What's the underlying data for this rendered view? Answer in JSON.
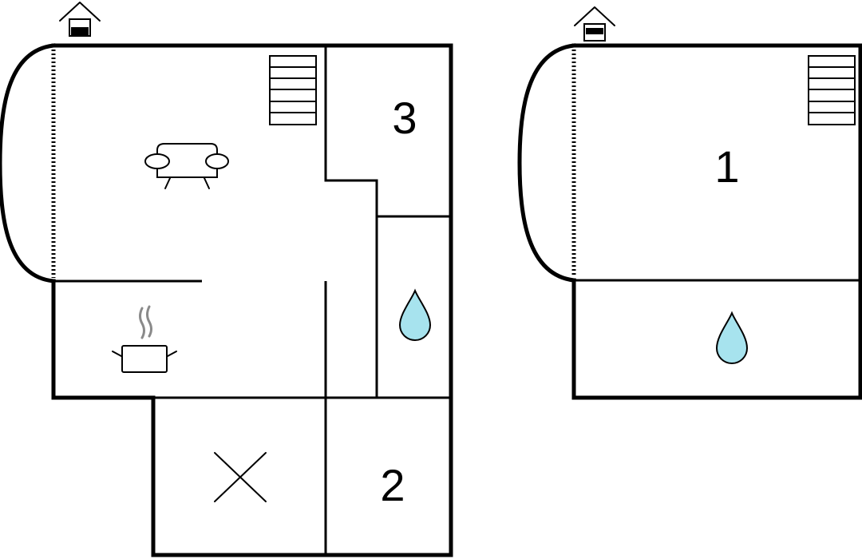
{
  "colors": {
    "wall": "#000000",
    "background": "#ffffff",
    "water": "#a7e3ee",
    "steam": "#8a8a8a"
  },
  "floors": [
    {
      "name": "ground-floor",
      "room_labels": [
        "3",
        "2"
      ],
      "icons": [
        "entrance-icon",
        "stairs-icon",
        "sofa-icon",
        "cooking-pot-icon",
        "water-drop-icon",
        "cross-icon"
      ]
    },
    {
      "name": "upper-floor",
      "room_labels": [
        "1"
      ],
      "icons": [
        "entrance-icon",
        "stairs-icon",
        "water-drop-icon"
      ]
    }
  ]
}
